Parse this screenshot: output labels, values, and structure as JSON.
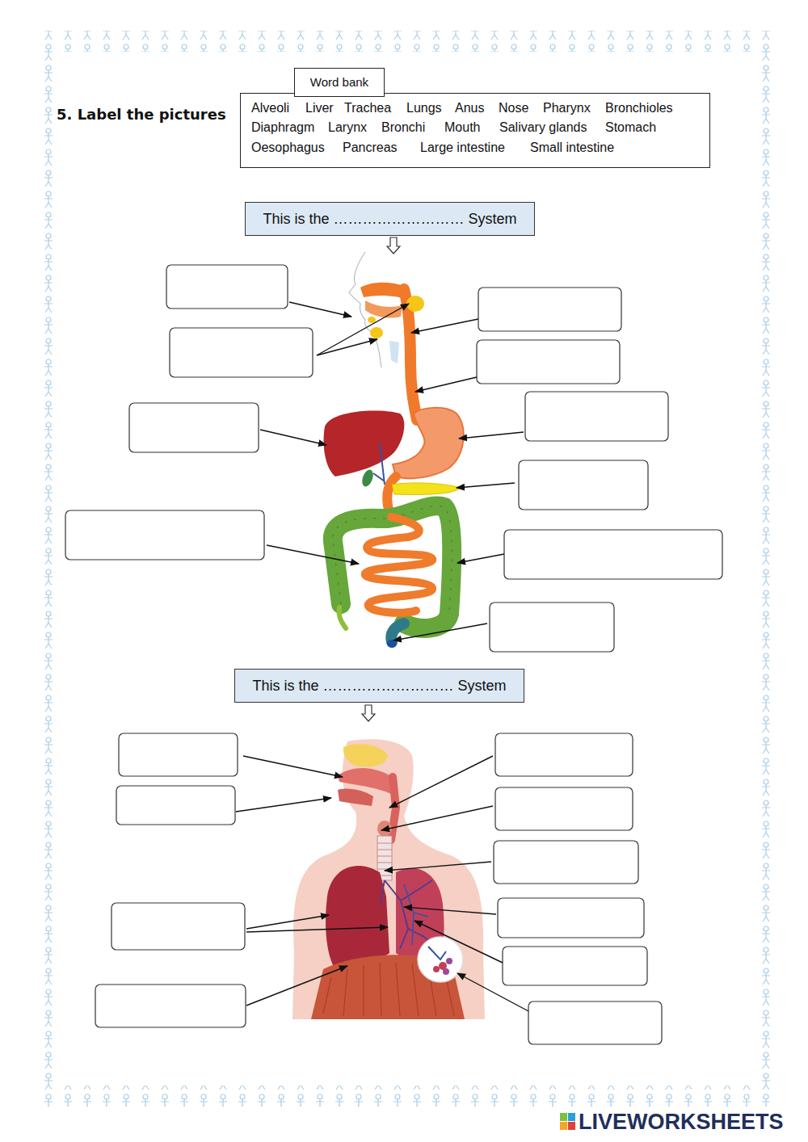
{
  "diagram": {
    "title": "5. Label the pictures",
    "nodes": [
      {
        "text": [
          "Word bank"
        ]
      },
      {
        "text": [
          "Alveoli",
          "Liver",
          "Trachea",
          "Lungs",
          "Anus",
          "Nose",
          "Pharynx",
          "Bronchioles",
          "Diaphragm",
          "Larynx",
          "Bronchi",
          "Mouth",
          "Salivary glands",
          "Stomach",
          "Oesophagus",
          "Pancreas",
          "Large intestine",
          "Small intestine"
        ]
      },
      {
        "text": [
          "This is the ……………………… System"
        ]
      },
      {
        "text": [
          "This is the ……………………… System"
        ]
      }
    ],
    "labels": [
      "LIVEWORKSHEETS"
    ]
  }
}
